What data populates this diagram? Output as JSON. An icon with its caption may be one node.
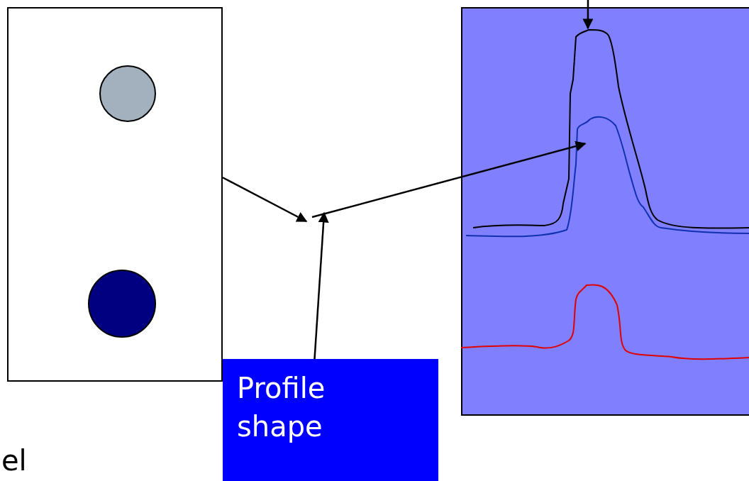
{
  "diagram": {
    "nodes": [
      {
        "text": [],
        "shape": "box"
      },
      {
        "text": [],
        "shape": "circle",
        "in": 0
      },
      {
        "text": [],
        "shape": "circle",
        "in": 0
      },
      {
        "text": [
          "Profile shape"
        ]
      },
      {
        "text": [],
        "shape": "box"
      },
      {
        "text": [],
        "shape": "curve",
        "in": 4
      },
      {
        "text": [],
        "shape": "curve",
        "in": 4
      },
      {
        "text": [],
        "shape": "curve",
        "in": 4
      }
    ],
    "edges": [
      {
        "from": 0,
        "to": null,
        "arrow": "to"
      },
      {
        "from": 3,
        "to": null,
        "arrow": "to"
      },
      {
        "from": null,
        "to": 6,
        "arrow": "to"
      },
      {
        "from": null,
        "to": 5,
        "arrow": "to"
      }
    ],
    "labels": [
      "el"
    ]
  }
}
